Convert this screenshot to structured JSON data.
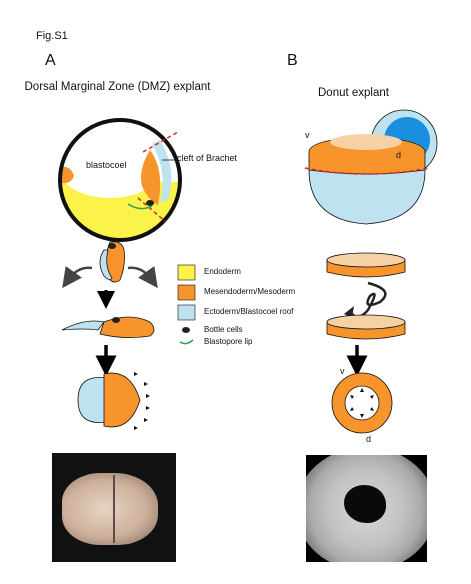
{
  "figure": {
    "label": "Fig.S1",
    "panel_a": {
      "letter": "A",
      "title": "Dorsal Marginal Zone (DMZ) explant",
      "blastocoel_label": "blastocoel",
      "cleft_label": "cleft of Brachet"
    },
    "panel_b": {
      "letter": "B",
      "title": "Donut explant",
      "v_label_top": "v",
      "d_label_top": "d",
      "v_label_ring": "v",
      "d_label_ring": "d"
    },
    "legend": [
      {
        "label": "Endoderm",
        "color": "#fbf24a",
        "icon": "yellow-swatch"
      },
      {
        "label": "Mesendoderm/Mesoderm",
        "color": "#f7942c",
        "icon": "orange-swatch"
      },
      {
        "label": "Ectoderm/Blastocoel roof",
        "color": "#bfe2f1",
        "icon": "blue-swatch"
      },
      {
        "label": "Bottle cells",
        "color": "#222222",
        "icon": "bottle-cell-icon"
      },
      {
        "label": "Blastopore lip",
        "color": "#2ea05a",
        "icon": "green-arc-icon"
      }
    ],
    "colors": {
      "endoderm": "#fbf24a",
      "mesoderm": "#f7942c",
      "ectoderm": "#bfe2f1",
      "cut_line": "#d9262a",
      "inner_blue": "#1a8fe0"
    }
  }
}
